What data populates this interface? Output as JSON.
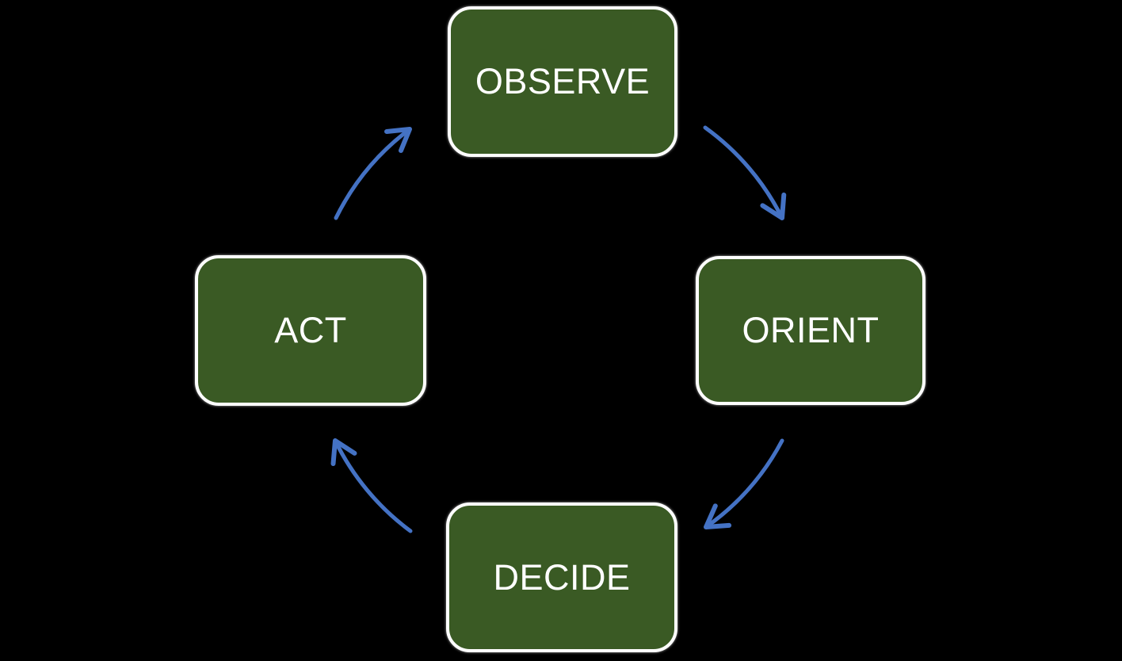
{
  "diagram": {
    "type": "cycle",
    "nodes": [
      {
        "label": "OBSERVE",
        "position": "top"
      },
      {
        "label": "ORIENT",
        "position": "right"
      },
      {
        "label": "DECIDE",
        "position": "bottom"
      },
      {
        "label": "ACT",
        "position": "left"
      }
    ],
    "edges": [
      {
        "from": "OBSERVE",
        "to": "ORIENT",
        "direction": "clockwise"
      },
      {
        "from": "ORIENT",
        "to": "DECIDE",
        "direction": "clockwise"
      },
      {
        "from": "DECIDE",
        "to": "ACT",
        "direction": "clockwise"
      },
      {
        "from": "ACT",
        "to": "OBSERVE",
        "direction": "clockwise"
      }
    ],
    "colors": {
      "node_fill": "#3a5a24",
      "node_border": "#ffffff",
      "node_text": "#ffffff",
      "arrow": "#4472c4",
      "background": "#000000"
    }
  }
}
